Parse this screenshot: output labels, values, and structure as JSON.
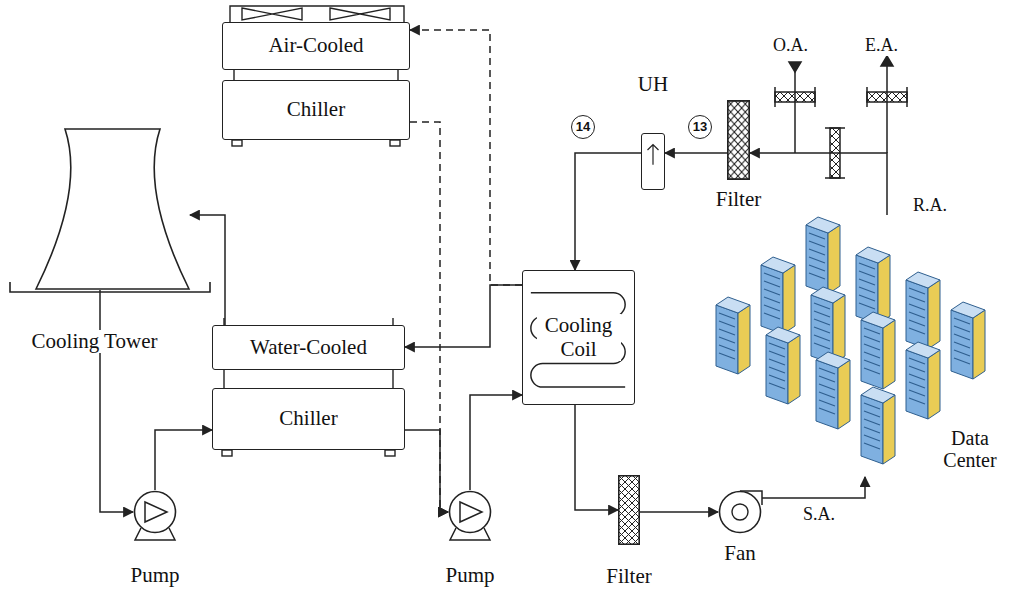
{
  "diagram": {
    "nodes": [
      {
        "text": [
          "Air-Cooled"
        ]
      },
      {
        "text": [
          "Chiller"
        ]
      },
      {
        "text": [
          "UH"
        ]
      },
      {
        "text": [
          "Filter"
        ]
      },
      {
        "text": [
          "Cooling Tower"
        ]
      },
      {
        "text": [
          "Cooling Coil"
        ]
      },
      {
        "text": [
          "Water-Cooled"
        ]
      },
      {
        "text": [
          "Chiller"
        ]
      },
      {
        "text": [
          "Data Center"
        ]
      },
      {
        "text": [
          "Pump"
        ]
      },
      {
        "text": [
          "Pump"
        ]
      },
      {
        "text": [
          "Filter"
        ]
      },
      {
        "text": [
          "Fan"
        ]
      }
    ],
    "edges": [
      {
        "from": 3,
        "to": 2,
        "arrow": "to"
      },
      {
        "from": 2,
        "to": 5,
        "arrow": "to"
      },
      {
        "from": 5,
        "to": 11,
        "arrow": "to"
      },
      {
        "from": 11,
        "to": 12,
        "arrow": "to"
      },
      {
        "from": 12,
        "to": 8,
        "label": "S.A.",
        "arrow": "to"
      },
      {
        "from": 8,
        "to": 3,
        "label": "R.A.",
        "arrow": "to"
      },
      {
        "from": 6,
        "to": 4,
        "arrow": "to"
      },
      {
        "from": 4,
        "to": 9,
        "arrow": "to"
      },
      {
        "from": 9,
        "to": 7,
        "arrow": "to"
      },
      {
        "from": 7,
        "to": 10,
        "arrow": "to"
      },
      {
        "from": 10,
        "to": 5,
        "arrow": "to"
      },
      {
        "from": 5,
        "to": 6,
        "arrow": "to"
      },
      {
        "from": 5,
        "to": 0,
        "arrow": "to"
      },
      {
        "from": 1,
        "to": 10,
        "arrow": "to"
      }
    ],
    "labels": [
      "O.A.",
      "E.A.",
      "13",
      "14"
    ]
  }
}
